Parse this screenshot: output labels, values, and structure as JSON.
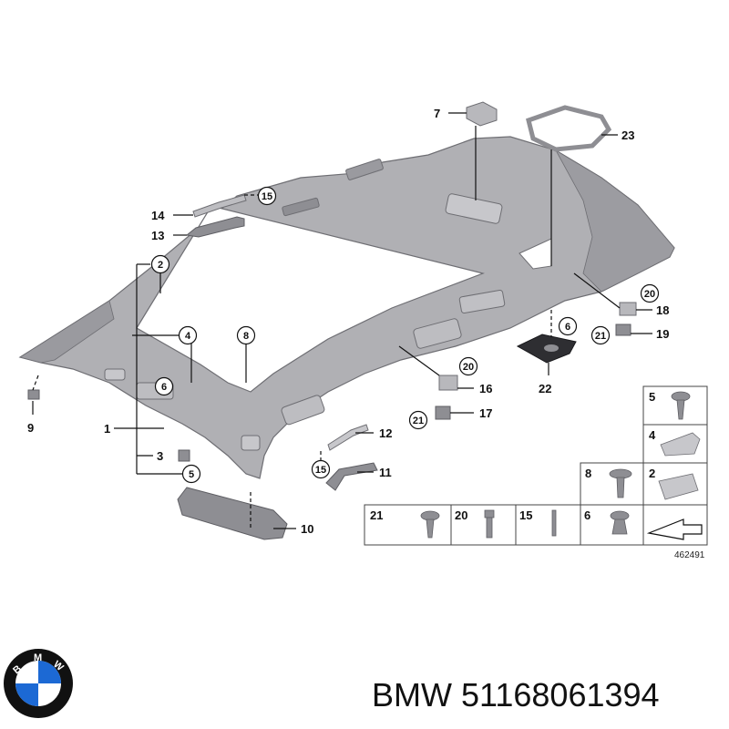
{
  "callouts": {
    "c1": "1",
    "c2": "2",
    "c3": "3",
    "c4": "4",
    "c5": "5",
    "c6": "6",
    "c7": "7",
    "c8": "8",
    "c9": "9",
    "c10": "10",
    "c11": "11",
    "c12": "12",
    "c13": "13",
    "c14": "14",
    "c15": "15",
    "c16": "16",
    "c17": "17",
    "c18": "18",
    "c19": "19",
    "c20": "20",
    "c21": "21",
    "c22": "22",
    "c23": "23"
  },
  "fastener_table": {
    "cells": [
      "5",
      "4",
      "8",
      "2",
      "21",
      "20",
      "15",
      "6"
    ]
  },
  "diagram_ref": "462491",
  "brand": {
    "logo_letters": [
      "B",
      "M",
      "W"
    ],
    "part_label": "BMW 51168061394"
  },
  "colors": {
    "headliner": "#a9a9ad",
    "headliner_dark": "#7d7d82",
    "part_gray": "#8e8e93",
    "logo_blue": "#1c69d4"
  }
}
